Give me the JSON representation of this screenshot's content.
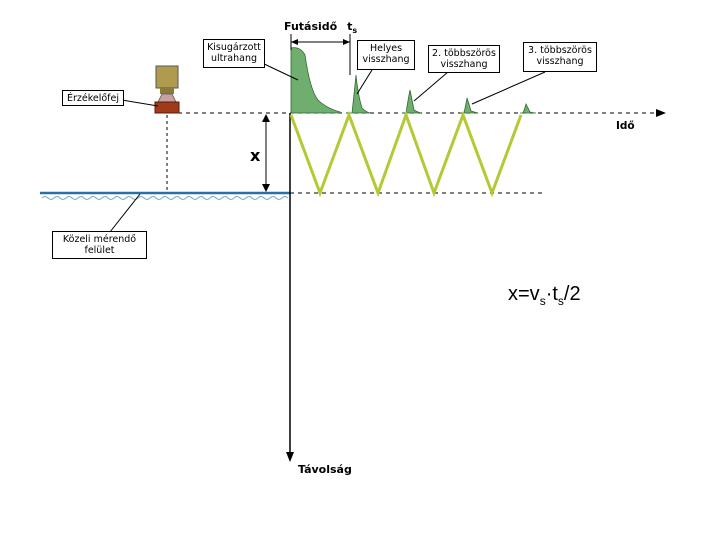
{
  "labels": {
    "transit_time": "Futásidő",
    "ts_main": "t",
    "ts_sub": "s",
    "emitted": "Kisugárzott ultrahang",
    "correct_echo": "Helyes visszhang",
    "echo_2": "2. többszörös visszhang",
    "echo_3": "3. többszörös visszhang",
    "sensor_head": "Érzékelőfej",
    "time_axis": "Idő",
    "distance_var": "x",
    "near_surface": "Közeli mérendő felület",
    "distance_axis": "Távolság"
  },
  "formula": {
    "x": "x=v",
    "s1": "s",
    "dot": "·t",
    "s2": "s",
    "div": "/2"
  },
  "colors": {
    "echo_fill": "#6fae6f",
    "echo_stroke": "#2e6b2e",
    "zigzag": "#b5c935",
    "sensor_body": "#b09a4d",
    "sensor_base": "#a03a1a",
    "surface_line": "#2a6fa8",
    "wave_pattern": "#7aa7cc"
  }
}
